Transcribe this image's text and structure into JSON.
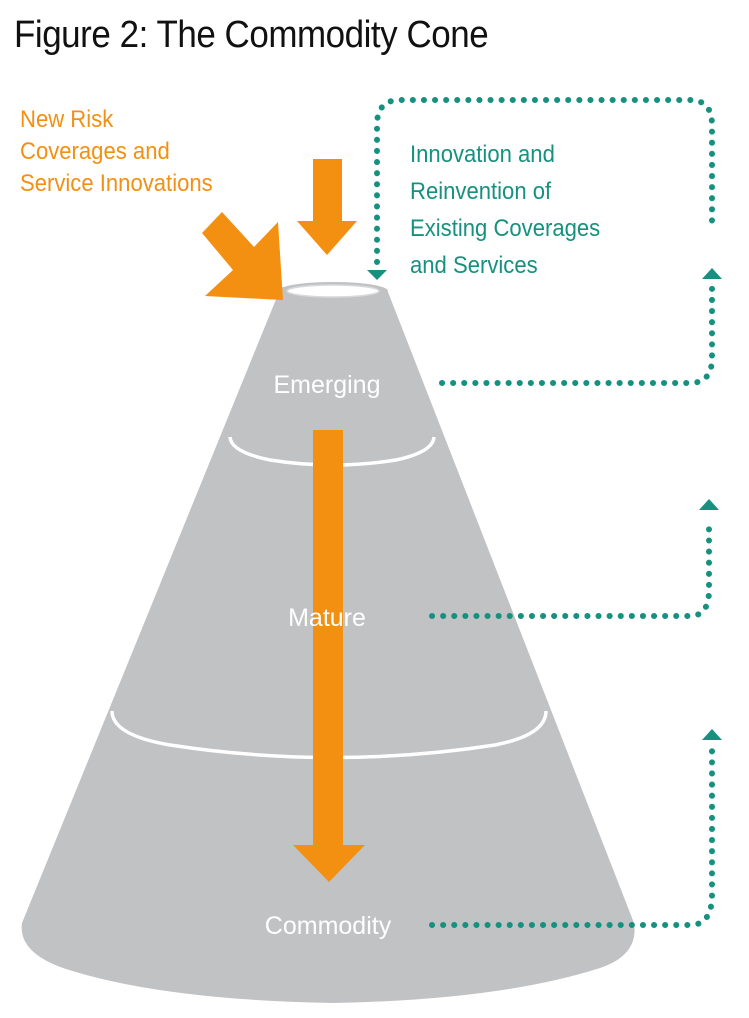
{
  "title": "Figure 2: The Commodity Cone",
  "new_risk_label": {
    "lines": [
      "New Risk",
      "Coverages and",
      "Service Innovations"
    ]
  },
  "innovation_label": {
    "lines": [
      "Innovation and",
      "Reinvention of",
      "Existing Coverages",
      "and Services"
    ]
  },
  "stages": [
    {
      "name": "Emerging"
    },
    {
      "name": "Mature"
    },
    {
      "name": "Commodity"
    }
  ],
  "colors": {
    "orange": "#f39012",
    "teal": "#17917f",
    "cone": "#c1c2c4",
    "text": "#111111"
  }
}
